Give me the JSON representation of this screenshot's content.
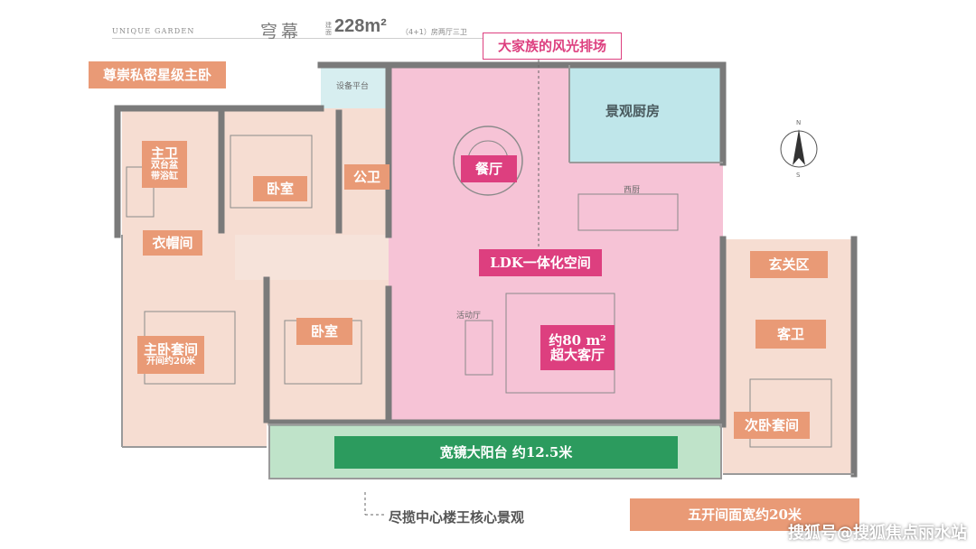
{
  "header": {
    "brand": "UNIQUE GARDEN",
    "title": "穹幕",
    "area_label": "建面",
    "area_value": "228m²",
    "layout": "（4+1）房两厅三卫"
  },
  "rooms": {
    "equipment_platform": "设备平台",
    "west_kitchen": "西厨",
    "activity_hall": "活动厅"
  },
  "labels": {
    "master_suite_callout": "尊崇私密星级主卧",
    "family_callout": "大家族的风光排场",
    "view_kitchen": "景观厨房",
    "master_bath": "主卫",
    "master_bath_sub1": "双台盆",
    "master_bath_sub2": "带浴缸",
    "bedroom1": "卧室",
    "public_bath": "公卫",
    "dining": "餐厅",
    "wardrobe": "衣帽间",
    "ldk": "LDK一体化空间",
    "foyer": "玄关区",
    "bedroom2": "卧室",
    "guest_bath": "客卫",
    "master_suite": "主卧套间",
    "master_suite_sub": "开间约20米",
    "living_size": "约80 m²",
    "living_name": "超大客厅",
    "second_suite": "次卧套间",
    "balcony": "宽镜大阳台 约12.5米",
    "landscape": "尽揽中心楼王核心景观",
    "frontage": "五开间面宽约20米"
  },
  "compass": {
    "north": "N",
    "south": "S"
  },
  "watermark": "搜狐号@搜狐焦点丽水站",
  "colors": {
    "tag_orange": "#e99a76",
    "tag_pink": "#dd3f7f",
    "living_pink": "#f6c3d6",
    "bedroom_peach": "#f6ddd2",
    "kitchen_teal": "#bfe6ea",
    "balcony_green": "#2c9b5e",
    "wall": "#7a7a7a"
  }
}
